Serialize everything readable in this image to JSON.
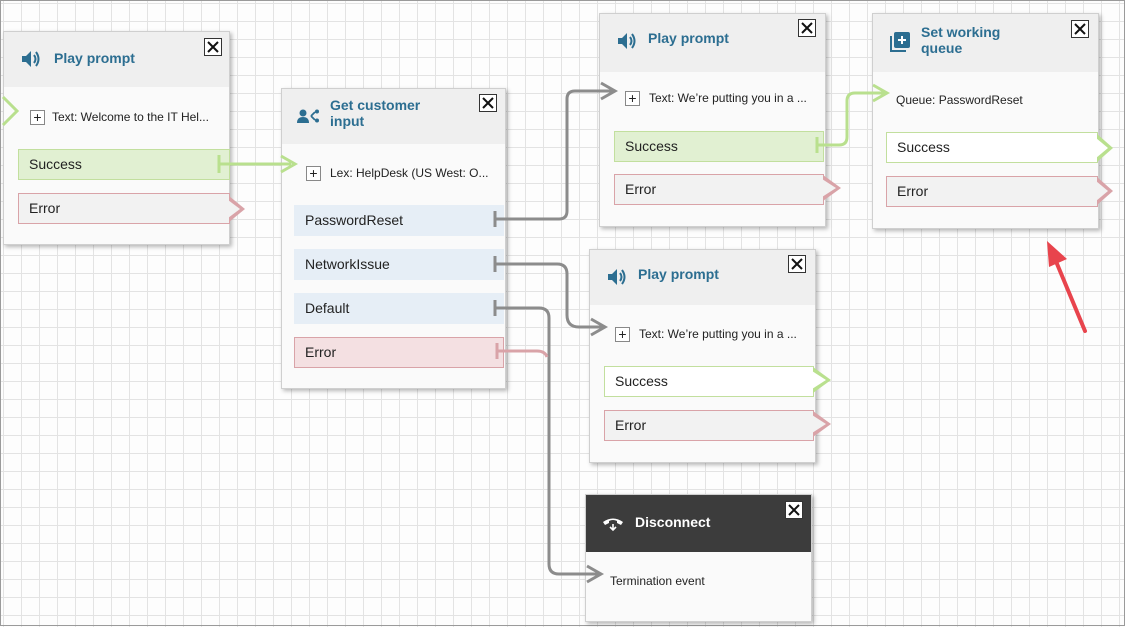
{
  "blocks": {
    "play_prompt_1": {
      "title": "Play prompt",
      "param": "Text: Welcome to the IT Hel...",
      "branches": [
        "Success",
        "Error"
      ]
    },
    "get_customer_input": {
      "title": "Get customer input",
      "param": "Lex: HelpDesk (US West: O...",
      "branches": [
        "PasswordReset",
        "NetworkIssue",
        "Default",
        "Error"
      ]
    },
    "play_prompt_2": {
      "title": "Play prompt",
      "param": "Text: We’re putting you in a ...",
      "branches": [
        "Success",
        "Error"
      ]
    },
    "set_working_queue": {
      "title": "Set working queue",
      "param": "Queue: PasswordReset",
      "branches": [
        "Success",
        "Error"
      ]
    },
    "play_prompt_3": {
      "title": "Play prompt",
      "param": "Text: We’re putting you in a ...",
      "branches": [
        "Success",
        "Error"
      ]
    },
    "disconnect": {
      "title": "Disconnect",
      "param": "Termination event"
    }
  },
  "colors": {
    "success": "#b9e08e",
    "error": "#d9a3a8",
    "wire": "#8c8c8c",
    "title": "#2c6e91",
    "annotation_arrow": "#e8444d"
  },
  "icons": {
    "play_prompt": "speaker-icon",
    "get_customer_input": "user-branch-icon",
    "set_working_queue": "queue-add-icon",
    "disconnect": "phone-hangup-icon",
    "close": "close-icon"
  }
}
